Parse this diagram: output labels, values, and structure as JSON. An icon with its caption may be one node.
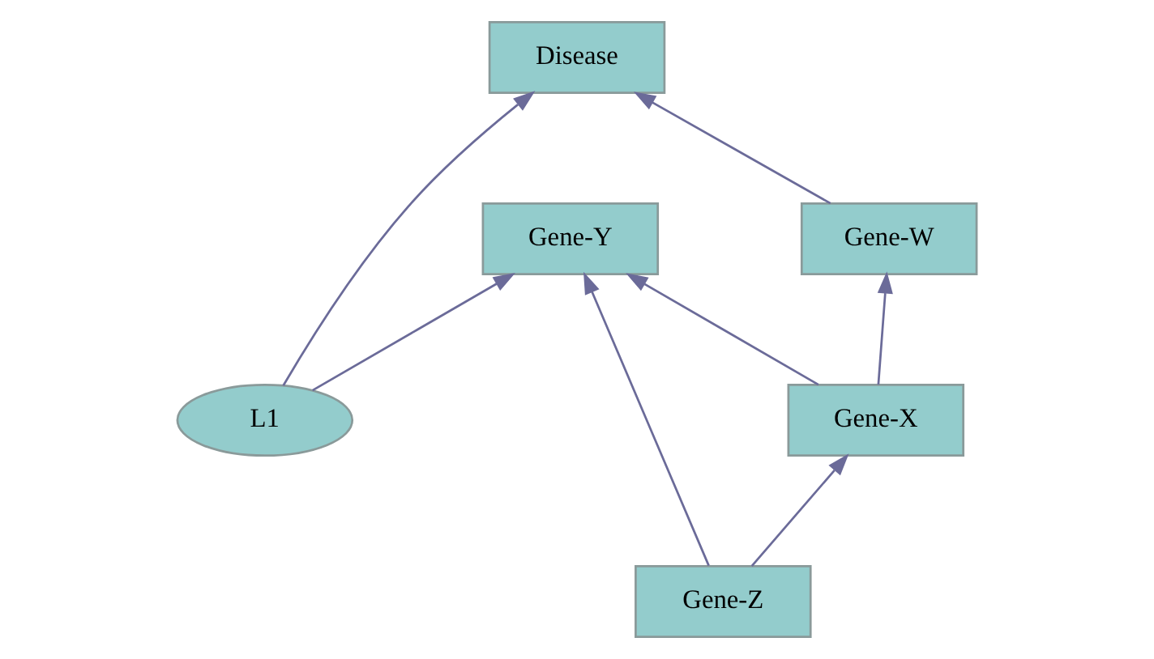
{
  "diagram": {
    "nodes": [
      {
        "text": [
          "Gene-Y"
        ]
      },
      {
        "text": [
          "L1"
        ]
      },
      {
        "text": [
          "Gene-X"
        ]
      },
      {
        "text": [
          "Gene-Z"
        ]
      },
      {
        "text": [
          "Disease"
        ]
      },
      {
        "text": [
          "Gene-W"
        ]
      }
    ],
    "edges": [
      {
        "from": 1,
        "to": 0,
        "arrow": "to"
      },
      {
        "from": 1,
        "to": 4,
        "arrow": "to"
      },
      {
        "from": 2,
        "to": 0,
        "arrow": "to"
      },
      {
        "from": 3,
        "to": 0,
        "arrow": "to"
      },
      {
        "from": 3,
        "to": 2,
        "arrow": "to"
      },
      {
        "from": 2,
        "to": 5,
        "arrow": "to"
      },
      {
        "from": 5,
        "to": 4,
        "arrow": "to"
      }
    ]
  }
}
